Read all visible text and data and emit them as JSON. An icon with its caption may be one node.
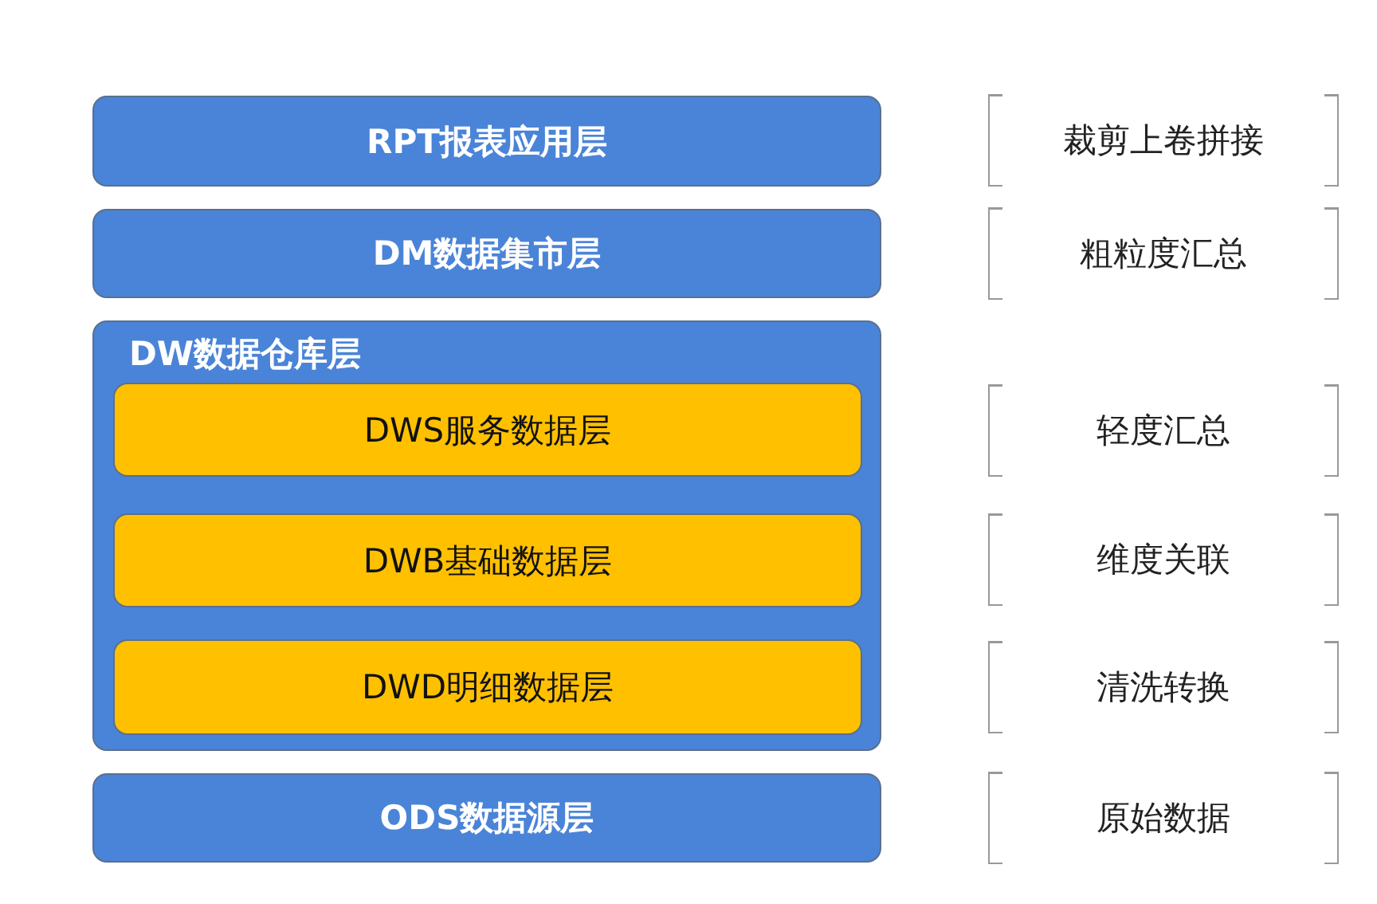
{
  "diagram": {
    "nodes": [
      {
        "text": [
          "RPT报表应用层"
        ]
      },
      {
        "text": [
          "DM数据集市层"
        ]
      },
      {
        "text": [
          "DW数据仓库层"
        ]
      },
      {
        "text": [
          "DWS服务数据层"
        ],
        "in": 2
      },
      {
        "text": [
          "DWB基础数据层"
        ],
        "in": 2
      },
      {
        "text": [
          "DWD明细数据层"
        ],
        "in": 2
      },
      {
        "text": [
          "ODS数据源层"
        ]
      }
    ],
    "labels": [
      "裁剪上卷拼接",
      "粗粒度汇总",
      "轻度汇总",
      "维度关联",
      "清洗转换",
      "原始数据"
    ]
  }
}
